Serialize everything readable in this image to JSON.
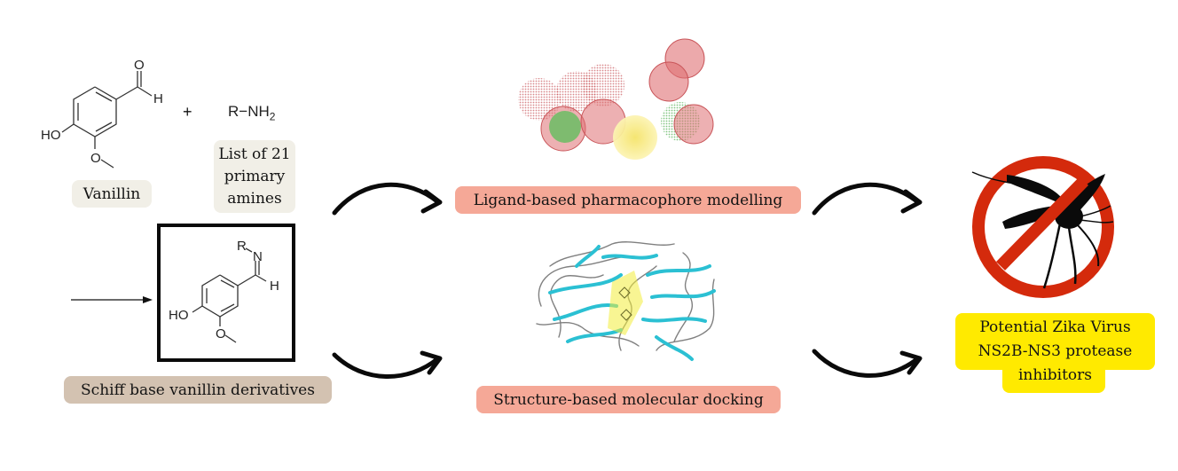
{
  "reactants": {
    "vanillin": {
      "structure_name": "vanillin-structure",
      "atoms": {
        "oxygen": "O",
        "hydrogen": "H",
        "hydroxyl": "HO",
        "methoxy_oxygen": "O"
      },
      "label": "Vanillin"
    },
    "plus_sign": "+",
    "amine": {
      "formula_r": "R",
      "formula_dash": "−",
      "formula_nh": "NH",
      "formula_sub": "2",
      "label_lines": [
        "List of 21",
        "primary",
        "amines"
      ]
    }
  },
  "product": {
    "atoms": {
      "r_group": "R",
      "nitrogen": "N",
      "hydrogen": "H",
      "hydroxyl": "HO",
      "methoxy_oxygen": "O"
    },
    "label": "Schiff base vanillin derivatives"
  },
  "methods": {
    "pharmacophore": {
      "label": "Ligand-based pharmacophore modelling"
    },
    "docking": {
      "label": "Structure-based molecular docking"
    }
  },
  "outcome": {
    "icon": "no-mosquito-icon",
    "label_lines": [
      "Potential Zika Virus",
      "NS2B-NS3 protease",
      "inhibitors"
    ]
  },
  "colors": {
    "vanillin_label_bg": "#f1efe7",
    "schiff_label_bg": "#d3c2b1",
    "method_label_bg": "#f5a897",
    "outcome_label_bg": "#ffea00",
    "prohibition_red": "#d42a0c",
    "protein_cyan": "#2bc0d3",
    "pharmacophore_red": "#d9565a",
    "pharmacophore_green": "#3cb43c",
    "pharmacophore_yellow": "#f7ea8a"
  }
}
